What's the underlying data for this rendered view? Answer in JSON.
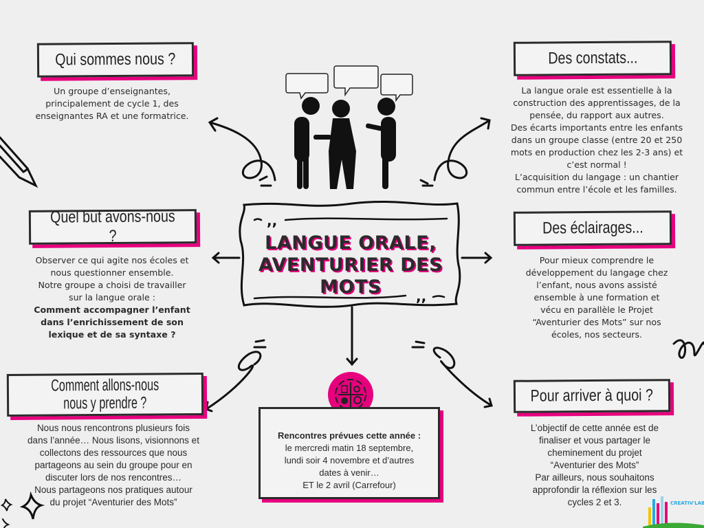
{
  "title": {
    "line1": "LANGUE ORALE,",
    "line2": "AVENTURIER DES MOTS"
  },
  "sections": {
    "qui": {
      "heading": "Qui sommes nous ?",
      "lines": [
        "Un groupe d’enseignantes,",
        "principalement de cycle 1, des",
        "enseignantes RA et une formatrice."
      ]
    },
    "but": {
      "heading": "Quel but avons-nous ?",
      "lines": [
        "Observer ce qui agite nos écoles et",
        "nous questionner ensemble.",
        "Notre groupe a choisi de travailler",
        "sur la langue orale :"
      ],
      "bold_lines": [
        "Comment accompagner l’enfant",
        "dans l’enrichissement de son",
        "lexique et de sa syntaxe ?"
      ]
    },
    "comment": {
      "heading_line1": "Comment allons-nous",
      "heading_line2": "nous y prendre ?",
      "lines": [
        "Nous nous rencontrons plusieurs fois",
        "dans l’année… Nous lisons, visionnons et",
        "collectons des ressources que nous",
        "partageons au sein du groupe pour en",
        "discuter lors de nos rencontres…",
        "Nous partageons nos pratiques autour",
        "du projet “Aventurier des Mots”"
      ]
    },
    "constats": {
      "heading": "Des constats...",
      "lines": [
        "La langue orale est essentielle à la",
        "construction des apprentissages, de la",
        "pensée, du rapport aux autres.",
        "Des écarts importants entre les enfants",
        "dans un groupe classe (entre 20 et 250",
        "mots en production chez les 2-3 ans) et",
        "c’est normal !",
        "L’acquisition du langage : un chantier",
        "commun entre l’école et les familles."
      ]
    },
    "eclairages": {
      "heading": "Des éclairages...",
      "lines": [
        "Pour mieux comprendre le",
        "développement du langage chez",
        "l’enfant, nous avons assisté",
        "ensemble à une formation et",
        "vécu en parallèle le Projet",
        "“Aventurier des Mots” sur nos",
        "écoles, nos secteurs."
      ]
    },
    "arriver": {
      "heading": "Pour arriver à quoi ?",
      "lines": [
        "L’objectif de cette année est de",
        "finaliser et vous partager le",
        "cheminement du projet",
        "“Aventurier des Mots”",
        "Par ailleurs, nous souhaitons",
        "approfondir la réflexion sur les",
        "cycles 2 et 3."
      ]
    },
    "rencontres": {
      "bold_line": "Rencontres prévues cette année :",
      "lines": [
        "le mercredi matin 18 septembre,",
        "lundi soir 4 novembre et d’autres",
        "dates à venir…",
        "ET le 2 avril (Carrefour)"
      ]
    }
  },
  "logo": {
    "text": "CREATIV'LAB"
  },
  "colors": {
    "accent": "#e6007e",
    "ink": "#2b2b2b",
    "background": "#efefef"
  }
}
